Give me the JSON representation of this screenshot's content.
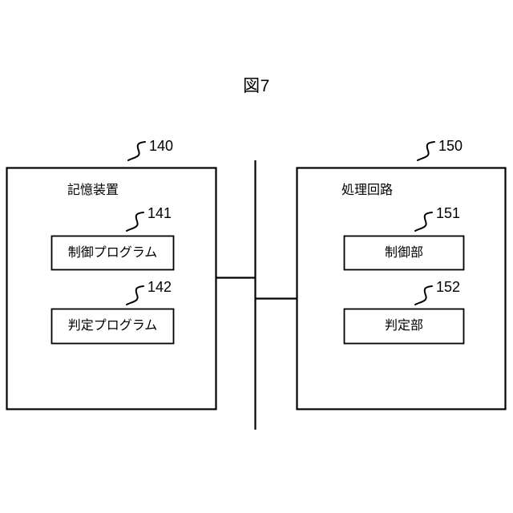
{
  "figure": {
    "title": "図7",
    "stroke_color": "#000000",
    "background_color": "#ffffff"
  },
  "storage_device": {
    "heading": "記憶装置",
    "ref": "140",
    "modules": [
      {
        "label": "制御プログラム",
        "ref": "141"
      },
      {
        "label": "判定プログラム",
        "ref": "142"
      }
    ]
  },
  "processing_circuit": {
    "heading": "処理回路",
    "ref": "150",
    "modules": [
      {
        "label": "制御部",
        "ref": "151"
      },
      {
        "label": "判定部",
        "ref": "152"
      }
    ]
  },
  "bus": {
    "name": "bus-line"
  }
}
